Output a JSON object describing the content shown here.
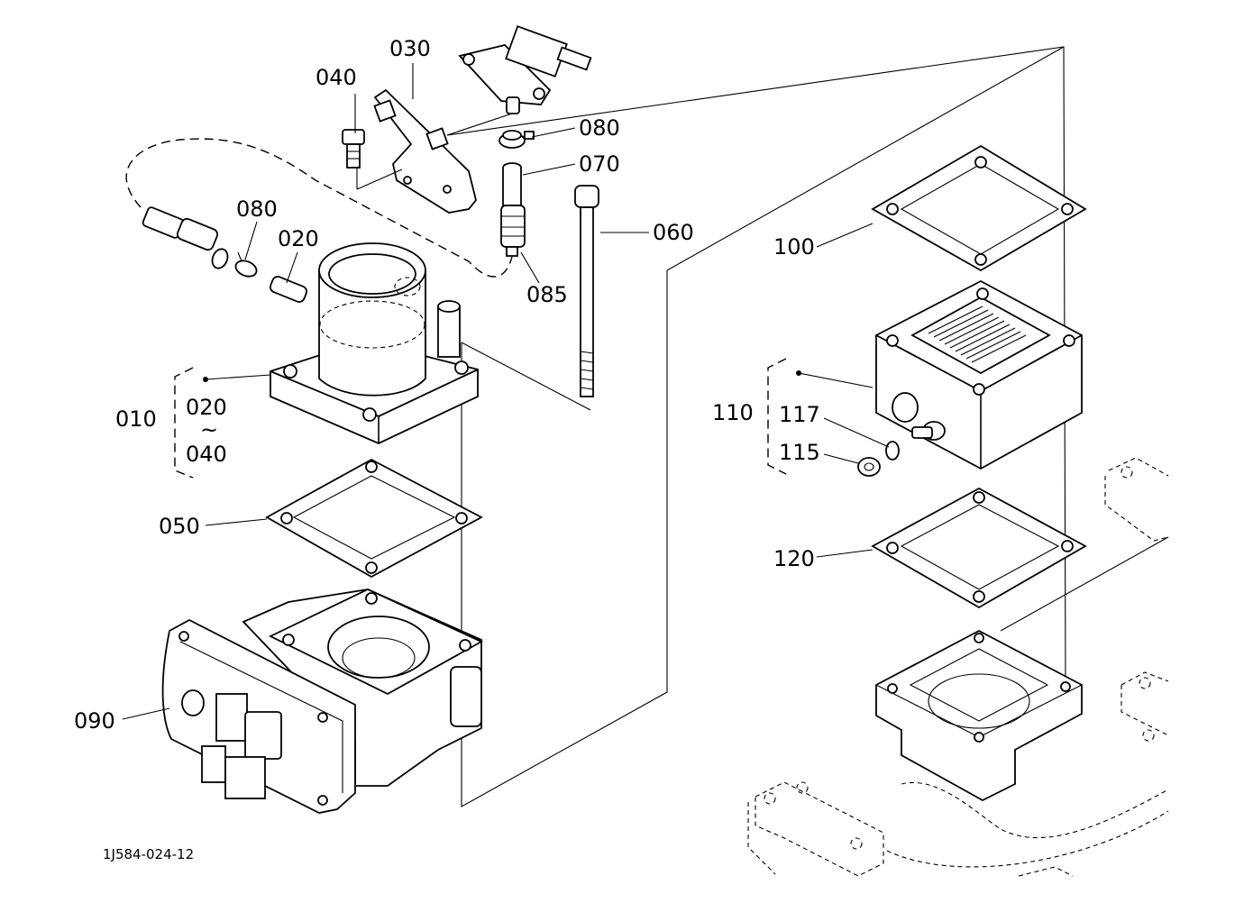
{
  "callouts": {
    "c010": "010",
    "c020": "020",
    "c020_range": "020",
    "c030": "030",
    "c040": "040",
    "c040_range": "040",
    "c050": "050",
    "c060": "060",
    "c070": "070",
    "c080_top": "080",
    "c080_left": "080",
    "c085": "085",
    "c090": "090",
    "c100": "100",
    "c110": "110",
    "c115": "115",
    "c117": "117",
    "c120": "120",
    "range_sep": "~"
  },
  "drawing_code": "1J584-024-12"
}
